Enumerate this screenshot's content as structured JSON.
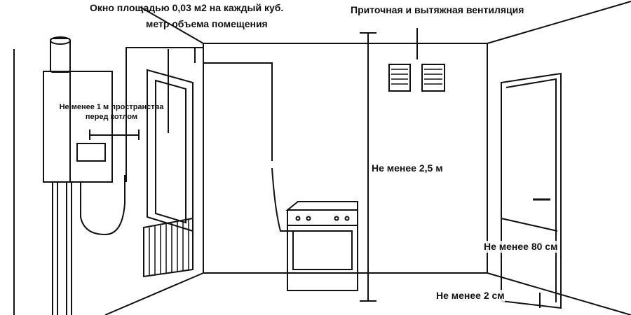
{
  "labels": {
    "window_line1": "Окно площадью 0,03 м2 на каждый куб.",
    "window_line2": "метр объема помещения",
    "ventilation": "Приточная и вытяжная вентиляция",
    "boiler_space_line1": "Не менее 1 м пространства",
    "boiler_space_line2": "перед котлом",
    "ceiling_height": "Не менее 2,5 м",
    "door_width": "Не менее 80 см",
    "door_gap": "Не менее 2 см"
  }
}
